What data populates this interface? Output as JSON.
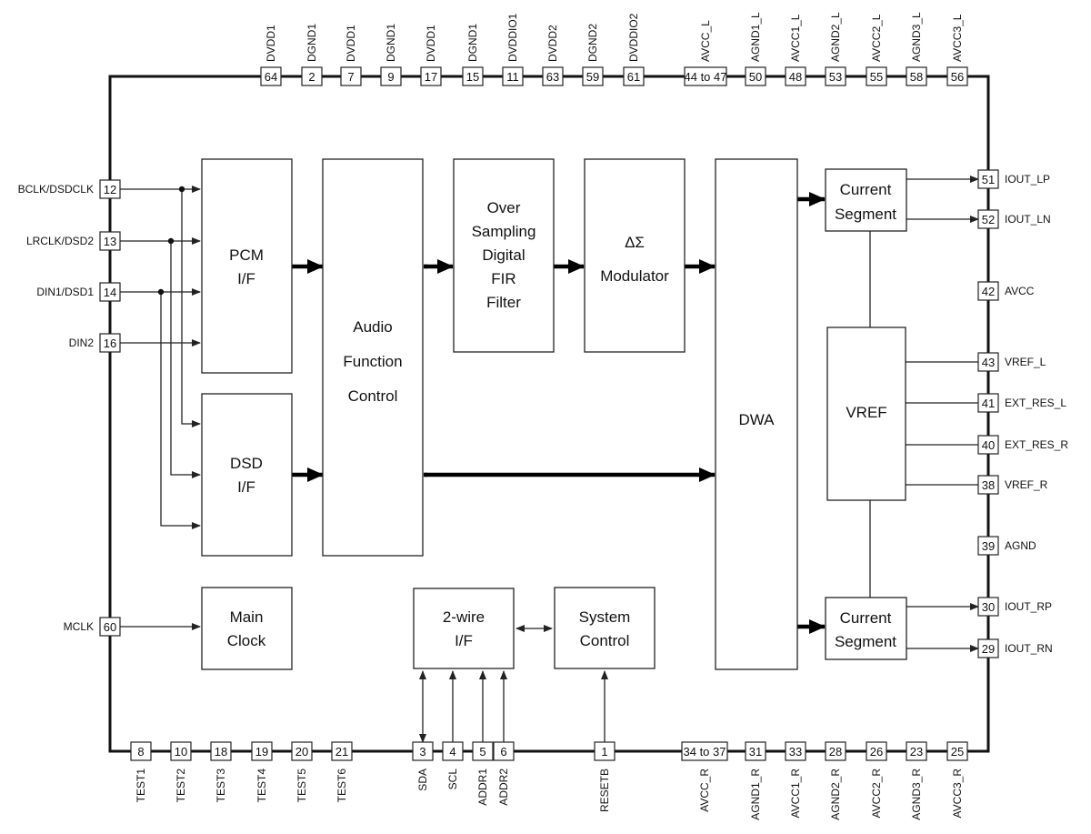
{
  "blocks": {
    "pcm": [
      "PCM",
      "I/F"
    ],
    "dsd": [
      "DSD",
      "I/F"
    ],
    "main_clock": [
      "Main",
      "Clock"
    ],
    "afc": [
      "Audio",
      "Function",
      "Control"
    ],
    "fir": [
      "Over",
      "Sampling",
      "Digital",
      "FIR",
      "Filter"
    ],
    "mod": [
      "ΔΣ",
      "Modulator"
    ],
    "dwa": [
      "DWA"
    ],
    "cs_top": [
      "Current",
      "Segment"
    ],
    "cs_bottom": [
      "Current",
      "Segment"
    ],
    "vref": [
      "VREF"
    ],
    "twowire": [
      "2-wire",
      "I/F"
    ],
    "sysctrl": [
      "System",
      "Control"
    ]
  },
  "pins": {
    "top": [
      {
        "name": "DVDD1",
        "num": "64"
      },
      {
        "name": "DGND1",
        "num": "2"
      },
      {
        "name": "DVDD1",
        "num": "7"
      },
      {
        "name": "DGND1",
        "num": "9"
      },
      {
        "name": "DVDD1",
        "num": "17"
      },
      {
        "name": "DGND1",
        "num": "15"
      },
      {
        "name": "DVDDIO1",
        "num": "11"
      },
      {
        "name": "DVDD2",
        "num": "63"
      },
      {
        "name": "DGND2",
        "num": "59"
      },
      {
        "name": "DVDDIO2",
        "num": "61"
      },
      {
        "name": "AVCC_L",
        "num": "44 to 47"
      },
      {
        "name": "AGND1_L",
        "num": "50"
      },
      {
        "name": "AVCC1_L",
        "num": "48"
      },
      {
        "name": "AGND2_L",
        "num": "53"
      },
      {
        "name": "AVCC2_L",
        "num": "55"
      },
      {
        "name": "AGND3_L",
        "num": "58"
      },
      {
        "name": "AVCC3_L",
        "num": "56"
      }
    ],
    "bottom": [
      {
        "name": "TEST1",
        "num": "8"
      },
      {
        "name": "TEST2",
        "num": "10"
      },
      {
        "name": "TEST3",
        "num": "18"
      },
      {
        "name": "TEST4",
        "num": "19"
      },
      {
        "name": "TEST5",
        "num": "20"
      },
      {
        "name": "TEST6",
        "num": "21"
      },
      {
        "name": "SDA",
        "num": "3"
      },
      {
        "name": "SCL",
        "num": "4"
      },
      {
        "name": "ADDR1",
        "num": "5"
      },
      {
        "name": "ADDR2",
        "num": "6"
      },
      {
        "name": "RESETB",
        "num": "1"
      },
      {
        "name": "AVCC_R",
        "num": "34 to 37"
      },
      {
        "name": "AGND1_R",
        "num": "31"
      },
      {
        "name": "AVCC1_R",
        "num": "33"
      },
      {
        "name": "AGND2_R",
        "num": "28"
      },
      {
        "name": "AVCC2_R",
        "num": "26"
      },
      {
        "name": "AGND3_R",
        "num": "23"
      },
      {
        "name": "AVCC3_R",
        "num": "25"
      }
    ],
    "left": [
      {
        "name": "BCLK/DSDCLK",
        "num": "12"
      },
      {
        "name": "LRCLK/DSD2",
        "num": "13"
      },
      {
        "name": "DIN1/DSD1",
        "num": "14"
      },
      {
        "name": "DIN2",
        "num": "16"
      },
      {
        "name": "MCLK",
        "num": "60"
      }
    ],
    "right": [
      {
        "name": "IOUT_LP",
        "num": "51"
      },
      {
        "name": "IOUT_LN",
        "num": "52"
      },
      {
        "name": "AVCC",
        "num": "42"
      },
      {
        "name": "VREF_L",
        "num": "43"
      },
      {
        "name": "EXT_RES_L",
        "num": "41"
      },
      {
        "name": "EXT_RES_R",
        "num": "40"
      },
      {
        "name": "VREF_R",
        "num": "38"
      },
      {
        "name": "AGND",
        "num": "39"
      },
      {
        "name": "IOUT_RP",
        "num": "30"
      },
      {
        "name": "IOUT_RN",
        "num": "29"
      }
    ]
  },
  "colors": {
    "stroke": "#222222",
    "bus": "#000000",
    "fill": "#ffffff",
    "text": "#111111"
  }
}
